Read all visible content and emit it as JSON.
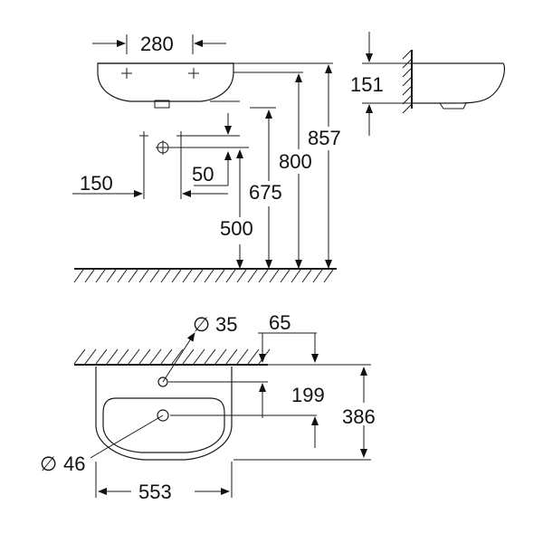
{
  "figure": {
    "top_view_dims": {
      "tap_spacing": "280",
      "front_height": "151",
      "trap_offset": "150",
      "waste_spacing": "50",
      "height_857": "857",
      "height_800": "800",
      "height_675": "675",
      "height_500": "500"
    },
    "plan_view_dims": {
      "tap_hole_diameter": "35",
      "tap_hole_offset": "65",
      "depth_to_drain": "199",
      "total_depth": "386",
      "drain_diameter": "46",
      "width": "553"
    },
    "diameter_symbol": "∅"
  }
}
